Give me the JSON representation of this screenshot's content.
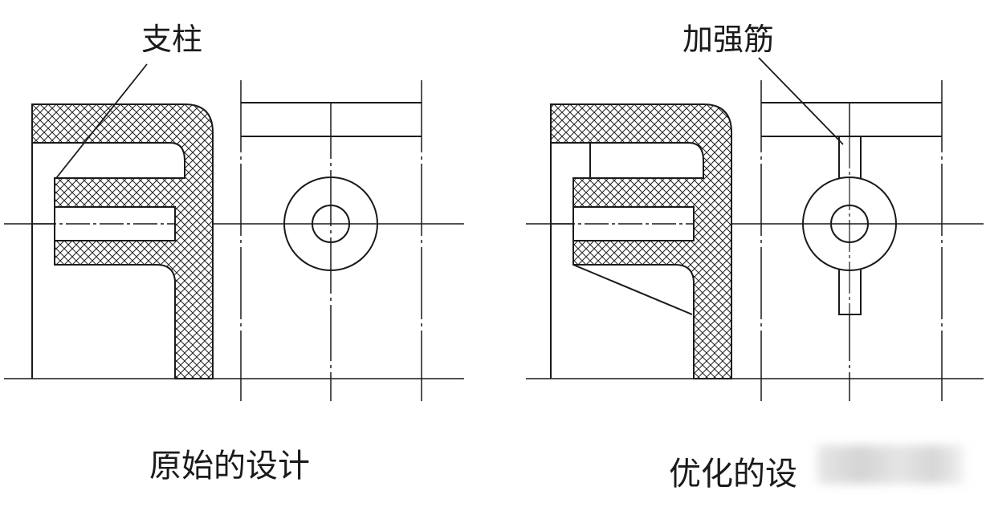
{
  "labels": {
    "pillar": "支柱",
    "rib": "加强筋",
    "original_design": "原始的设计",
    "optimized_design": "优化的设"
  },
  "colors": {
    "line": "#1a1a1a",
    "background": "#ffffff"
  }
}
